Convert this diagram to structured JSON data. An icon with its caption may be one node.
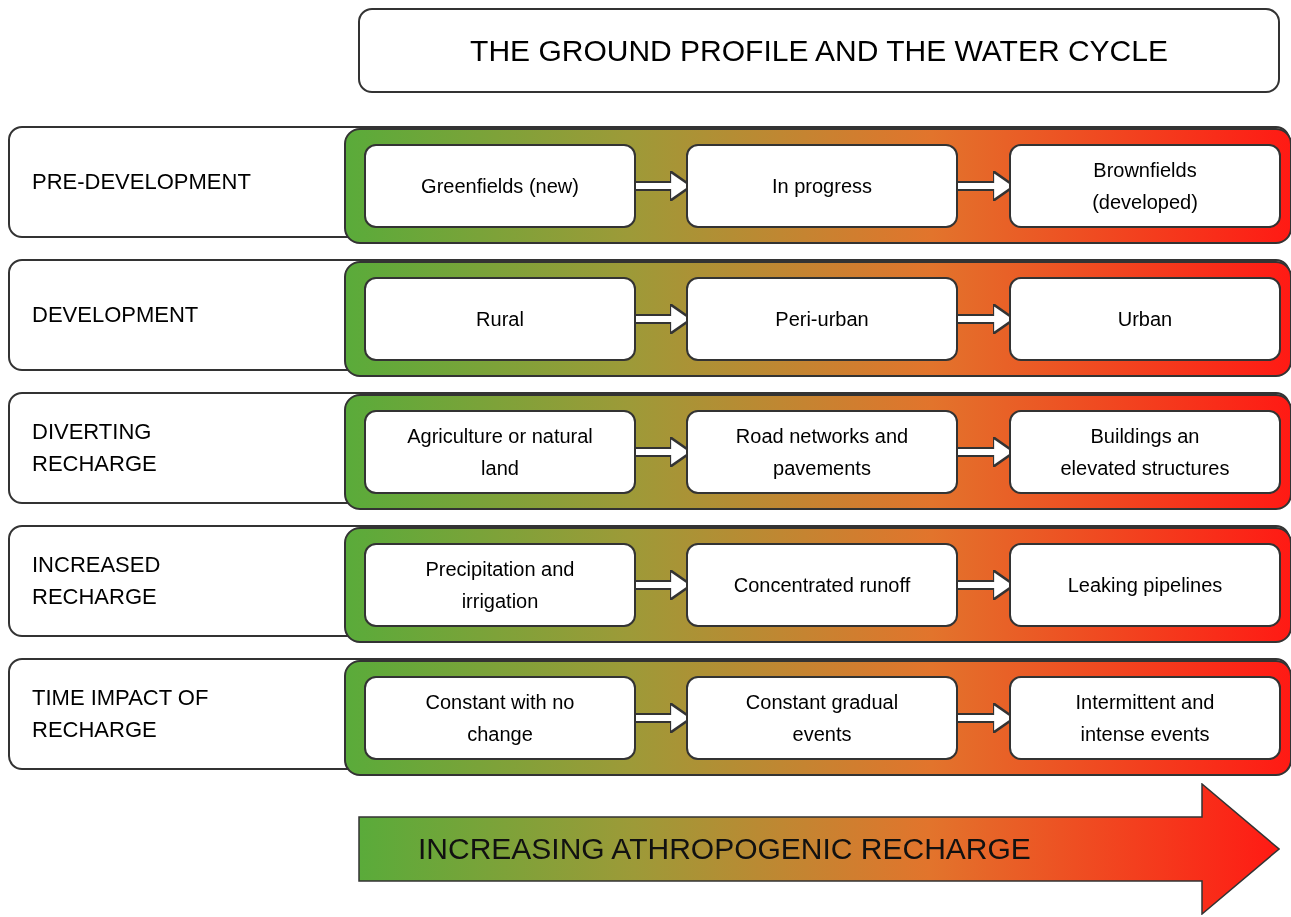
{
  "diagram": {
    "title": "THE GROUND PROFILE AND THE WATER CYCLE",
    "nodes": [
      {
        "text": [
          "PRE-DEVELOPMENT"
        ]
      },
      {
        "text": [],
        "shape": "bar",
        "in": 0
      },
      {
        "text": [
          "Greenfields (new)"
        ],
        "in": 1
      },
      {
        "text": [
          "In progress"
        ],
        "in": 1
      },
      {
        "text": [
          "Brownfields (developed)"
        ],
        "in": 1
      },
      {
        "text": [
          "DEVELOPMENT"
        ]
      },
      {
        "text": [],
        "shape": "bar",
        "in": 5
      },
      {
        "text": [
          "Rural"
        ],
        "in": 6
      },
      {
        "text": [
          "Peri-urban"
        ],
        "in": 6
      },
      {
        "text": [
          "Urban"
        ],
        "in": 6
      },
      {
        "text": [
          "DIVERTING RECHARGE"
        ]
      },
      {
        "text": [],
        "shape": "bar",
        "in": 10
      },
      {
        "text": [
          "Agriculture or natural land"
        ],
        "in": 11
      },
      {
        "text": [
          "Road networks and pavements"
        ],
        "in": 11
      },
      {
        "text": [
          "Buildings an elevated structures"
        ],
        "in": 11
      },
      {
        "text": [
          "INCREASED RECHARGE"
        ]
      },
      {
        "text": [],
        "shape": "bar",
        "in": 15
      },
      {
        "text": [
          "Precipitation and irrigation"
        ],
        "in": 16
      },
      {
        "text": [
          "Concentrated runoff"
        ],
        "in": 16
      },
      {
        "text": [
          "Leaking pipelines"
        ],
        "in": 16
      },
      {
        "text": [
          "TIME IMPACT OF RECHARGE"
        ]
      },
      {
        "text": [],
        "shape": "bar",
        "in": 20
      },
      {
        "text": [
          "Constant with no change"
        ],
        "in": 21
      },
      {
        "text": [
          "Constant gradual events"
        ],
        "in": 21
      },
      {
        "text": [
          "Intermittent and intense events"
        ],
        "in": 21
      },
      {
        "text": [
          "INCREASING ATHROPOGENIC RECHARGE"
        ]
      }
    ],
    "edges": [
      {
        "from": 2,
        "to": 3,
        "arrow": "to"
      },
      {
        "from": 3,
        "to": 4,
        "arrow": "to"
      },
      {
        "from": 7,
        "to": 8,
        "arrow": "to"
      },
      {
        "from": 8,
        "to": 9,
        "arrow": "to"
      },
      {
        "from": 12,
        "to": 13,
        "arrow": "to"
      },
      {
        "from": 13,
        "to": 14,
        "arrow": "to"
      },
      {
        "from": 17,
        "to": 18,
        "arrow": "to"
      },
      {
        "from": 18,
        "to": 19,
        "arrow": "to"
      },
      {
        "from": 22,
        "to": 23,
        "arrow": "to"
      },
      {
        "from": 23,
        "to": 24,
        "arrow": "to"
      }
    ]
  }
}
